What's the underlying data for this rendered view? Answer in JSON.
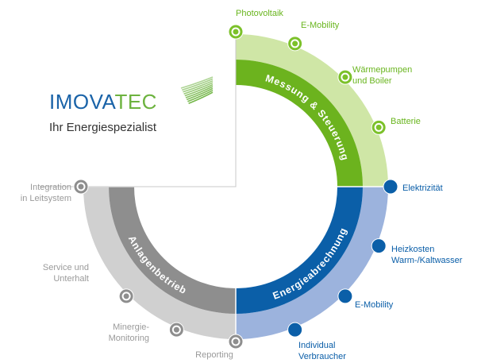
{
  "logo": {
    "name_primary": "IMOVA",
    "name_accent": "TEC",
    "tagline": "Ihr Energiespezialist"
  },
  "segments": [
    {
      "key": "measure",
      "title": "Messung & Steuerung",
      "color": "#6cb31e",
      "outer_color": "#cfe6a6"
    },
    {
      "key": "billing",
      "title": "Energieabrechnung",
      "color": "#0b5fa8",
      "outer_color": "#9cb3dd"
    },
    {
      "key": "operation",
      "title": "Anlagenbetrieb",
      "color": "#8e8e8e",
      "outer_color": "#d0d0d0"
    }
  ],
  "labels": {
    "photovoltaik": "Photovoltaik",
    "emobility_green": "E-Mobility",
    "waermepumpen": "Wärmepumpen\nund Boiler",
    "batterie": "Batterie",
    "elektrizitaet": "Elektrizität",
    "heizkosten": "Heizkosten\nWarm-/Kaltwasser",
    "emobility_blue": "E-Mobility",
    "individual": "Individual\nVerbraucher",
    "reporting": "Reporting",
    "minergie": "Minergie-\nMonitoring",
    "service": "Service und\nUnterhalt",
    "integration": "Integration\nin Leitsystem"
  },
  "colors": {
    "green": "#69b51e",
    "blue": "#0a5ea8",
    "gray": "#9a9a9a",
    "node_border_green": "#7cc12a",
    "node_border_blue": "#0b5fa8",
    "node_border_gray": "#8e8e8e"
  }
}
